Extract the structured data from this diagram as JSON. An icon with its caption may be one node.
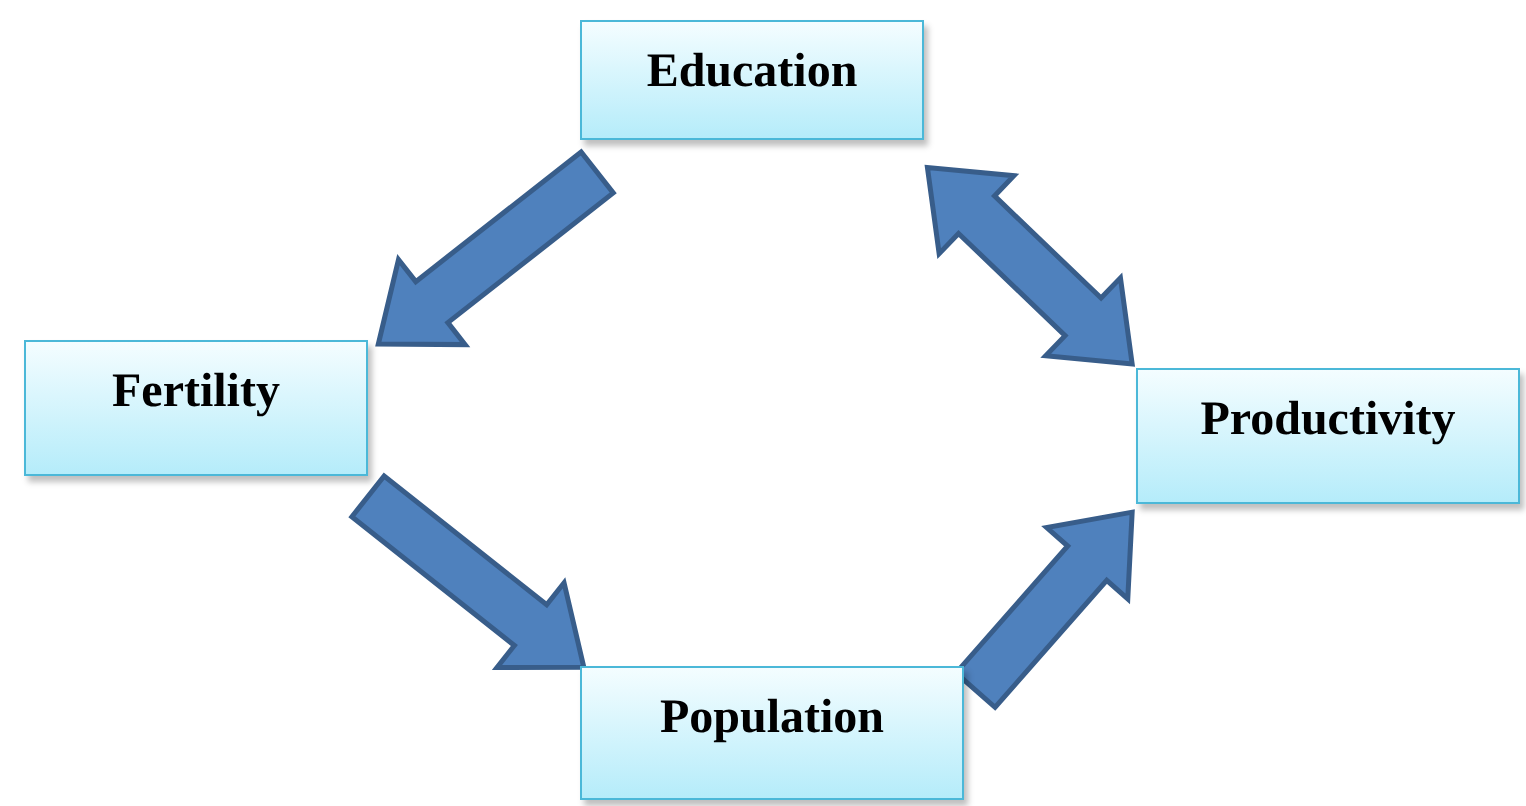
{
  "diagram": {
    "nodes": [
      {
        "text": [
          "Education"
        ]
      },
      {
        "text": [
          "Fertility"
        ]
      },
      {
        "text": [
          "Productivity"
        ]
      },
      {
        "text": [
          "Population"
        ]
      }
    ],
    "edges": [
      {
        "from": 0,
        "to": 1,
        "arrow": "to"
      },
      {
        "from": 1,
        "to": 3,
        "arrow": "to"
      },
      {
        "from": 3,
        "to": 2,
        "arrow": "to"
      },
      {
        "from": 0,
        "to": 2,
        "arrow": "both"
      }
    ]
  }
}
